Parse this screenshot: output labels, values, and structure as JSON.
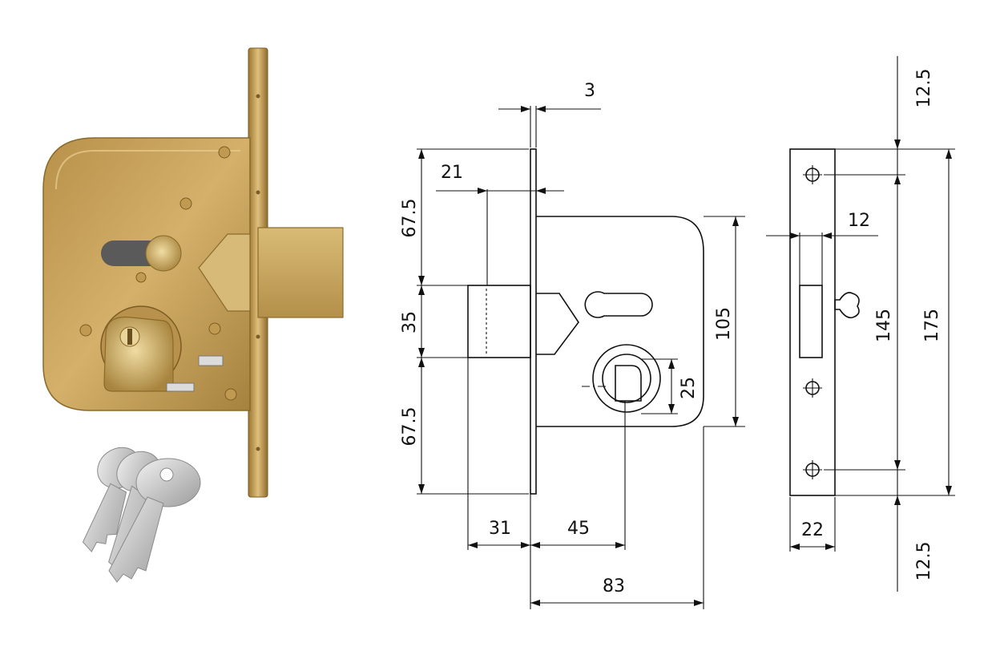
{
  "figure": {
    "photo": {
      "subject": "mortise-lock-with-keys"
    },
    "dimensions": {
      "faceplate_thickness": "3",
      "backset_to_face": "21",
      "upper_height": "67.5",
      "bolt_height": "35",
      "lower_height": "67.5",
      "bolt_throw": "31",
      "cylinder_backset": "45",
      "case_depth": "83",
      "case_height": "105",
      "cylinder_dia": "25",
      "top_margin": "12.5",
      "bottom_margin": "12.5",
      "plate_offset": "12",
      "screw_spacing": "145",
      "plate_height": "175",
      "plate_width": "22"
    }
  },
  "colors": {
    "brass_dark": "#8c6d2c",
    "brass_mid": "#c9a254",
    "brass_light": "#e6c987",
    "steel": "#c8c8c8",
    "line": "#111111"
  }
}
